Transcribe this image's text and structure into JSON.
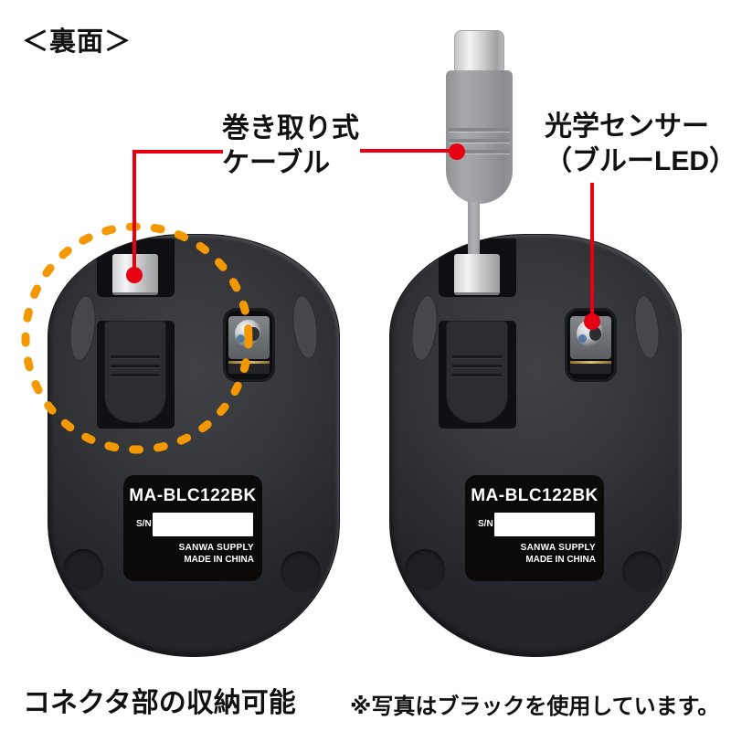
{
  "heading": "＜裏面＞",
  "callouts": {
    "cable": {
      "line1": "巻き取り式",
      "line2": "ケーブル"
    },
    "sensor": {
      "line1": "光学センサー",
      "line2": "（ブルーLED）"
    }
  },
  "product_label": {
    "model": "MA-BLC122BK",
    "serial_label": "S/N",
    "brand": "SANWA SUPPLY",
    "origin": "MADE IN CHINA"
  },
  "captions": {
    "storage": "コネクタ部の収納可能",
    "note": "※写真はブラックを使用しています。"
  },
  "colors": {
    "callout_red": "#e60012",
    "highlight_orange": "#f39800",
    "mouse_body": "#313338",
    "connector_gray": "#9a9c9f",
    "label_background": "#0c0a09"
  }
}
